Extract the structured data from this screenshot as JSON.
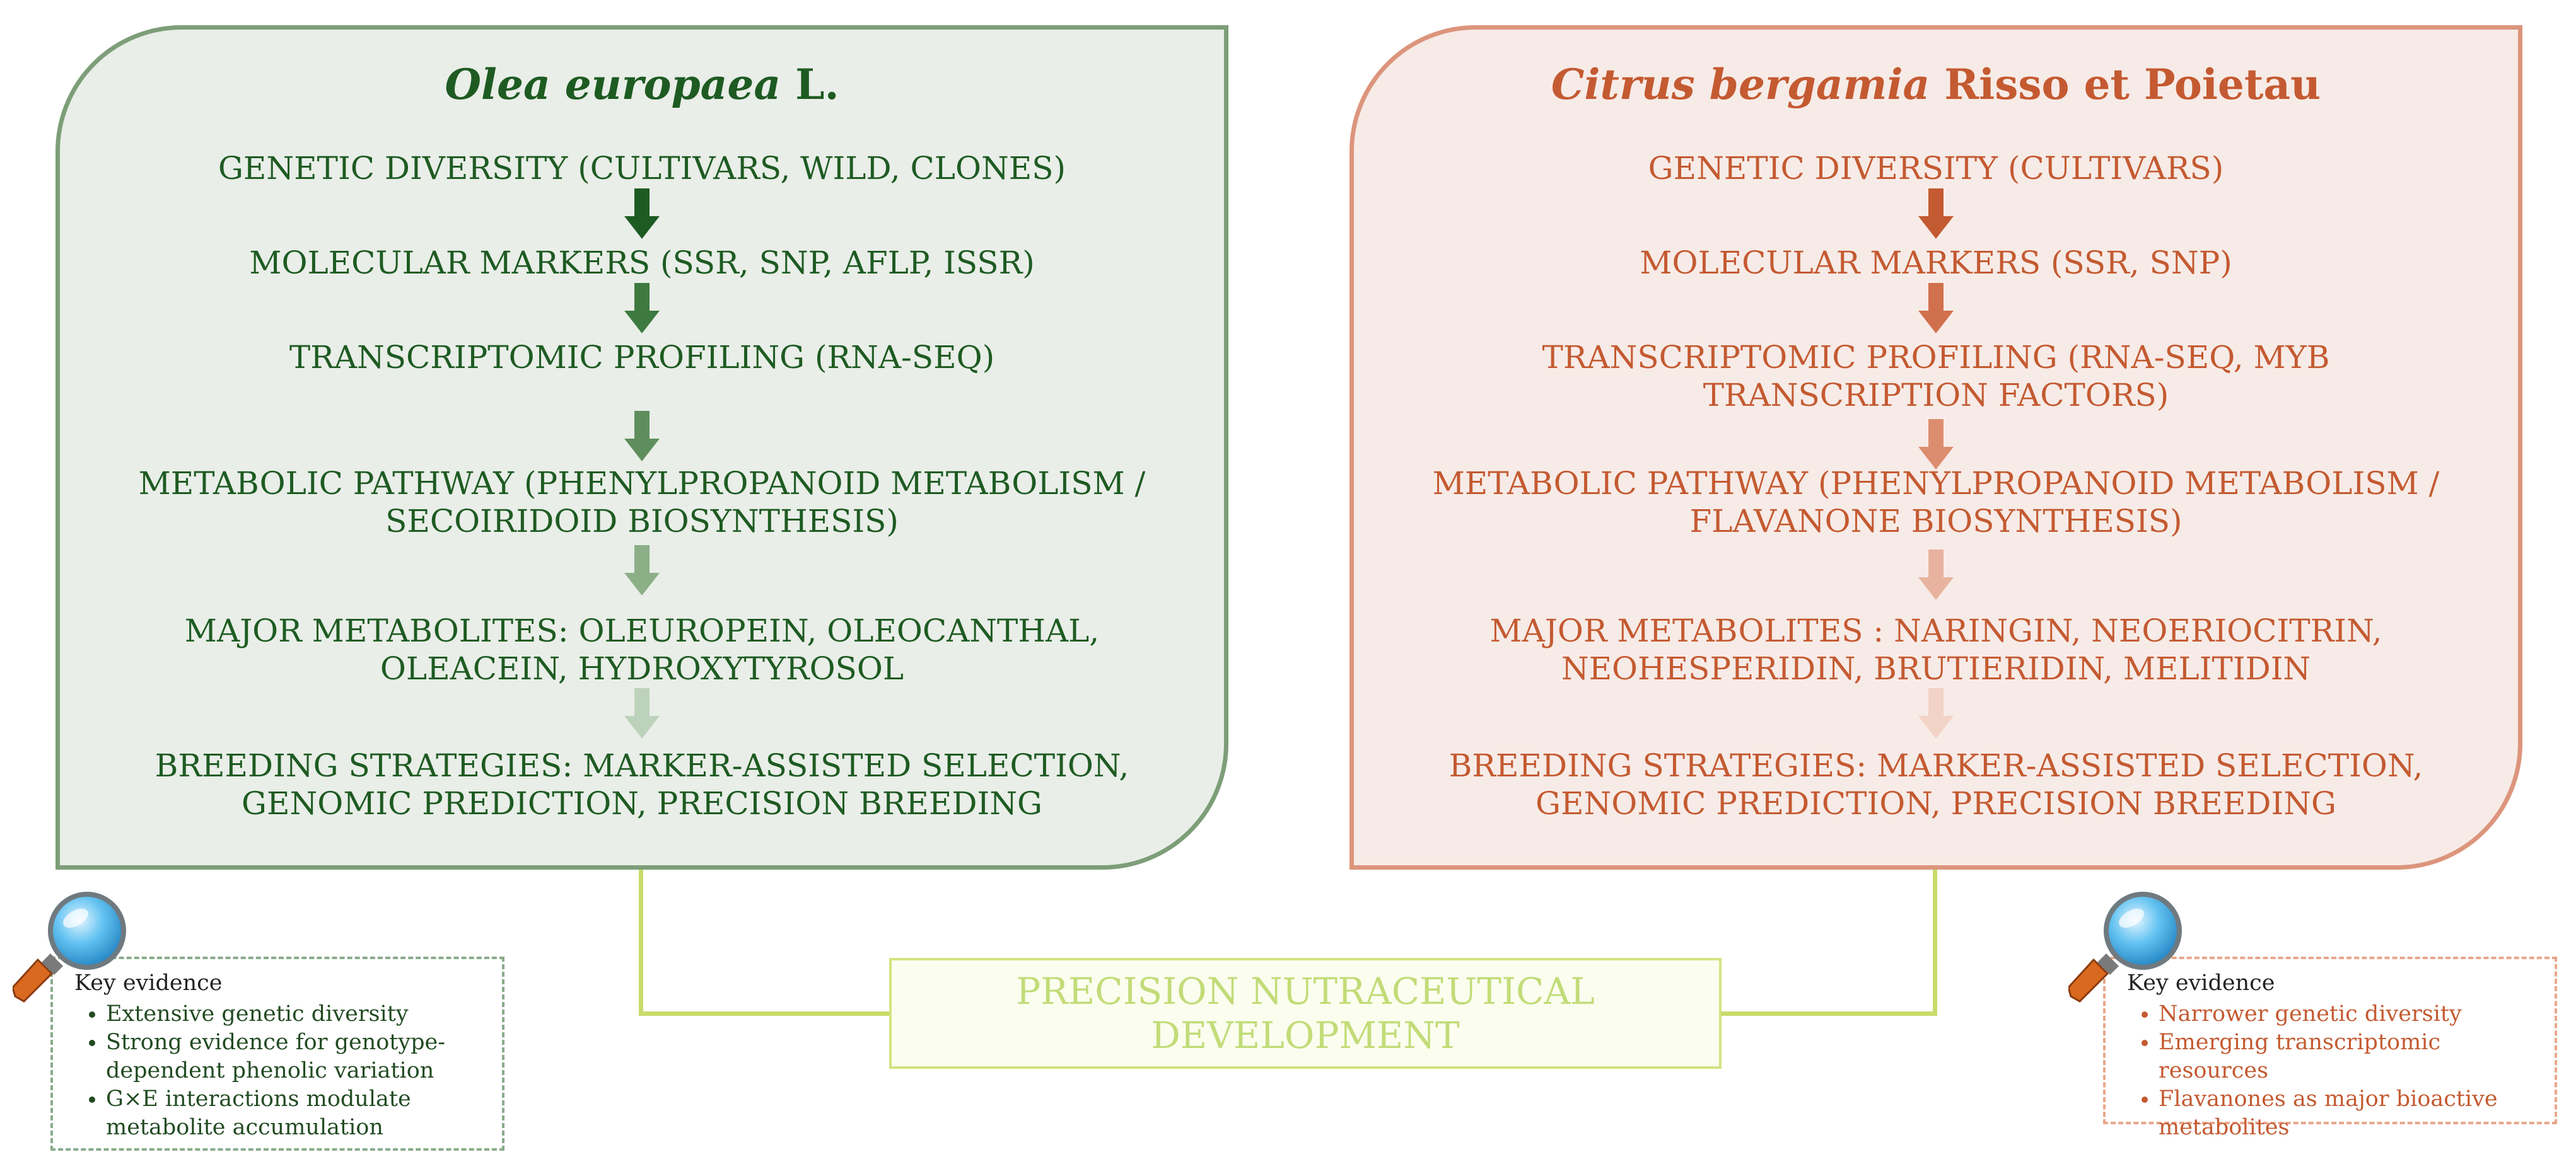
{
  "olea": {
    "title_italic": "Olea europaea",
    "title_rest": " L.",
    "steps": [
      "GENETIC DIVERSITY (CULTIVARS, WILD, CLONES)",
      "MOLECULAR MARKERS (SSR, SNP, AFLP, ISSR)",
      "TRANSCRIPTOMIC PROFILING (RNA-SEQ)",
      "METABOLIC PATHWAY (PHENYLPROPANOID METABOLISM / SECOIRIDOID BIOSYNTHESIS)",
      "MAJOR METABOLITES: OLEUROPEIN, OLEOCANTHAL, OLEACEIN, HYDROXYTYROSOL",
      "BREEDING STRATEGIES: MARKER-ASSISTED SELECTION, GENOMIC PREDICTION, PRECISION BREEDING"
    ],
    "arrow_colors": [
      "#1e5b22",
      "#3e7a40",
      "#5f8e5d",
      "#8caf88",
      "#bdd2bb"
    ],
    "colors": {
      "text": "#1e5b22",
      "fill": "#e9eee8",
      "border": "#7d9e78"
    },
    "evidence": {
      "title": "Key evidence",
      "items": [
        "Extensive genetic diversity",
        "Strong evidence for genotype-dependent phenolic variation",
        "G×E interactions modulate metabolite accumulation"
      ]
    }
  },
  "citrus": {
    "title_italic": "Citrus bergamia",
    "title_rest": " Risso et Poietau",
    "steps": [
      "GENETIC DIVERSITY (CULTIVARS)",
      "MOLECULAR MARKERS (SSR, SNP)",
      "TRANSCRIPTOMIC PROFILING (RNA-SEQ, MYB TRANSCRIPTION FACTORS)",
      "METABOLIC PATHWAY (PHENYLPROPANOID METABOLISM / FLAVANONE BIOSYNTHESIS)",
      "MAJOR METABOLITES : NARINGIN, NEOERIOCITRIN, NEOHESPERIDIN, BRUTIERIDIN, MELITIDIN",
      "BREEDING STRATEGIES: MARKER-ASSISTED SELECTION, GENOMIC PREDICTION, PRECISION BREEDING"
    ],
    "arrow_colors": [
      "#c45a31",
      "#d1704c",
      "#dd8d6f",
      "#e8b39e",
      "#f2d3c6"
    ],
    "colors": {
      "text": "#c45a31",
      "fill": "#f7ebe7",
      "border": "#dc957c"
    },
    "evidence": {
      "title": "Key evidence",
      "items": [
        "Narrower genetic diversity",
        "Emerging transcriptomic resources",
        "Flavanones as major bioactive metabolites"
      ]
    }
  },
  "center": {
    "label": "PRECISION NUTRACEUTICAL DEVELOPMENT",
    "color": "#c2dc78"
  },
  "icons": [
    "magnifier-icon",
    "arrow-down-icon"
  ]
}
